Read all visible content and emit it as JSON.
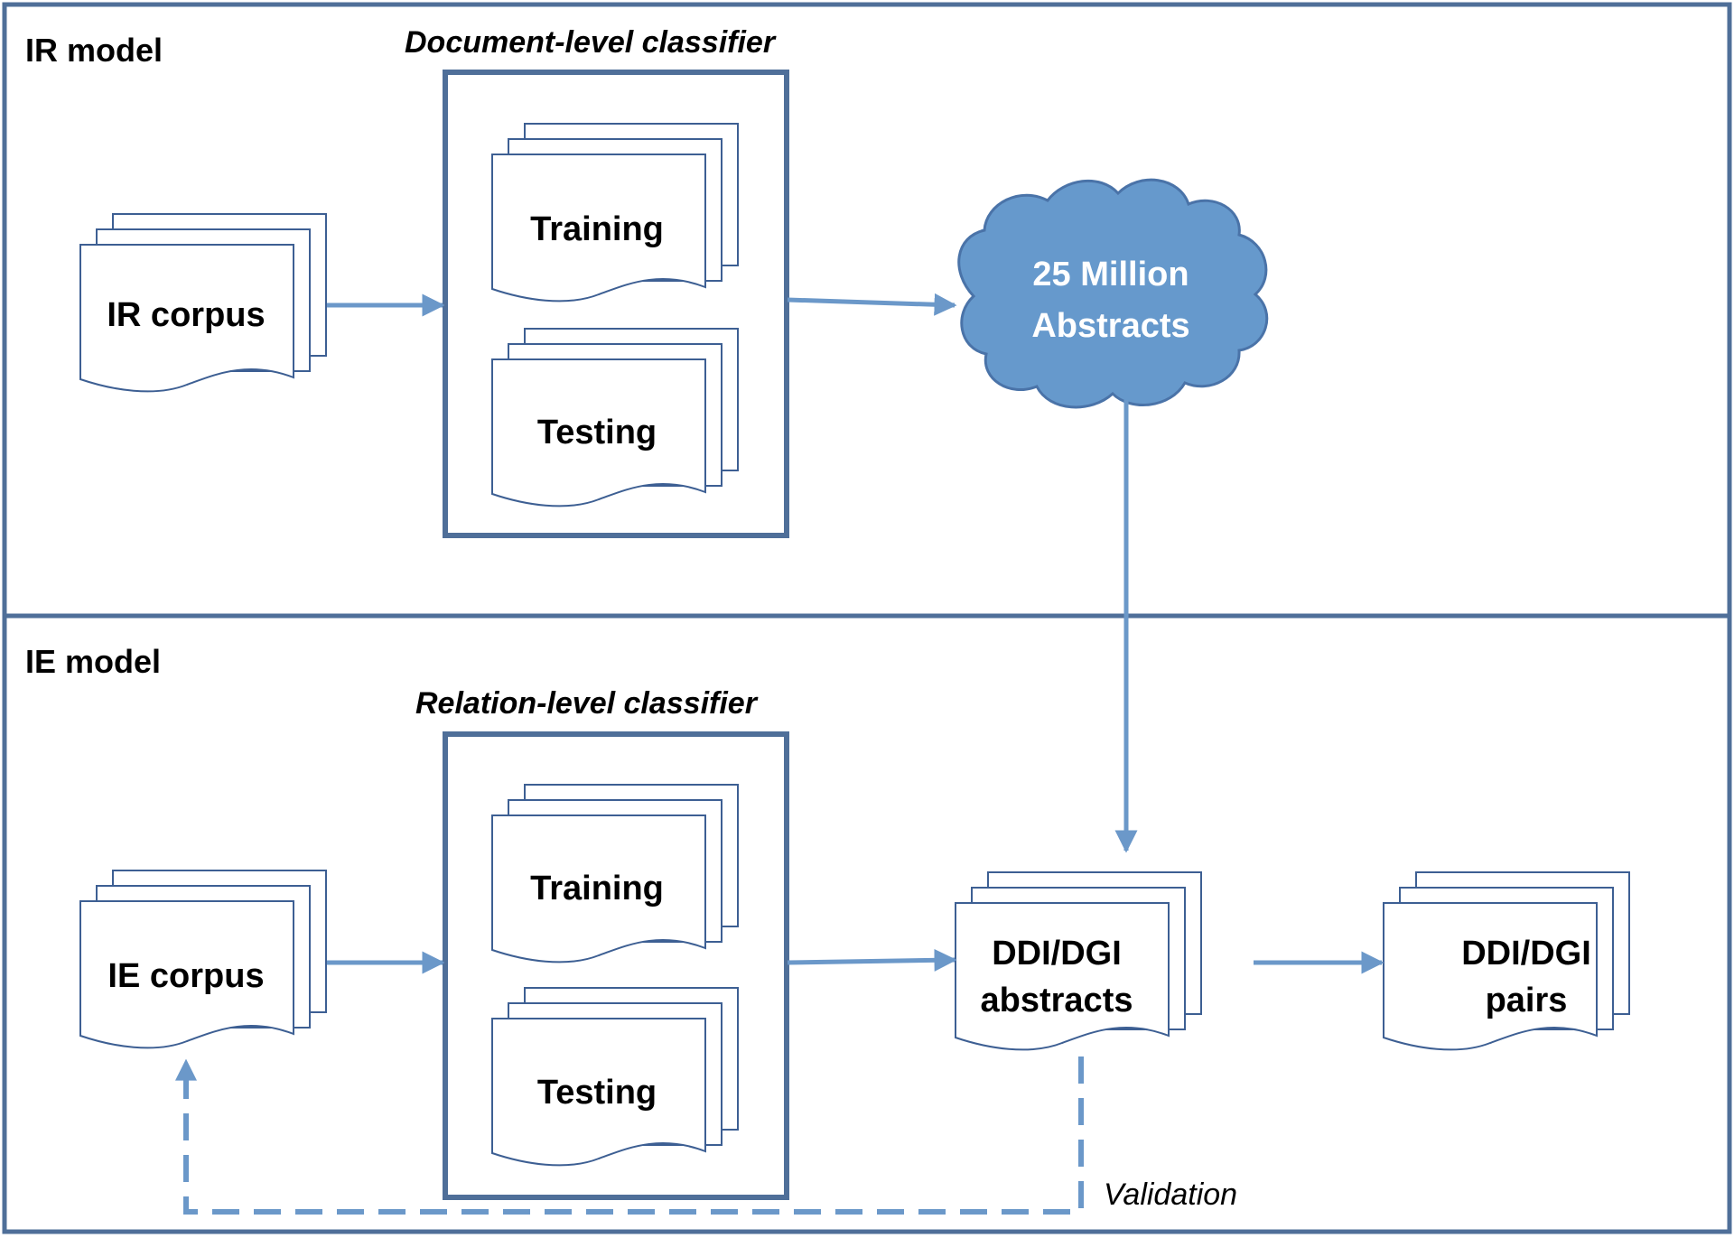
{
  "sections": {
    "ir": {
      "title": "IR model"
    },
    "ie": {
      "title": "IE model"
    }
  },
  "classifiers": {
    "document_level": {
      "title": "Document-level classifier",
      "training_label": "Training",
      "testing_label": "Testing"
    },
    "relation_level": {
      "title": "Relation-level classifier",
      "training_label": "Training",
      "testing_label": "Testing"
    }
  },
  "documents": {
    "ir_corpus": {
      "label": "IR corpus"
    },
    "ie_corpus": {
      "label": "IE corpus"
    },
    "ddi_abstracts": {
      "label_line1": "DDI/DGI",
      "label_line2": "abstracts"
    },
    "ddi_pairs": {
      "label_line1": "DDI/DGI",
      "label_line2": "pairs"
    }
  },
  "cloud": {
    "label_line1": "25 Million",
    "label_line2": "Abstracts",
    "fill_color": "#6699cc",
    "stroke_color": "#4a73a8"
  },
  "feedback": {
    "label": "Validation"
  },
  "colors": {
    "frame": "#4f6f99",
    "arrow": "#6b98c9",
    "document_outline": "#3d5f93"
  }
}
